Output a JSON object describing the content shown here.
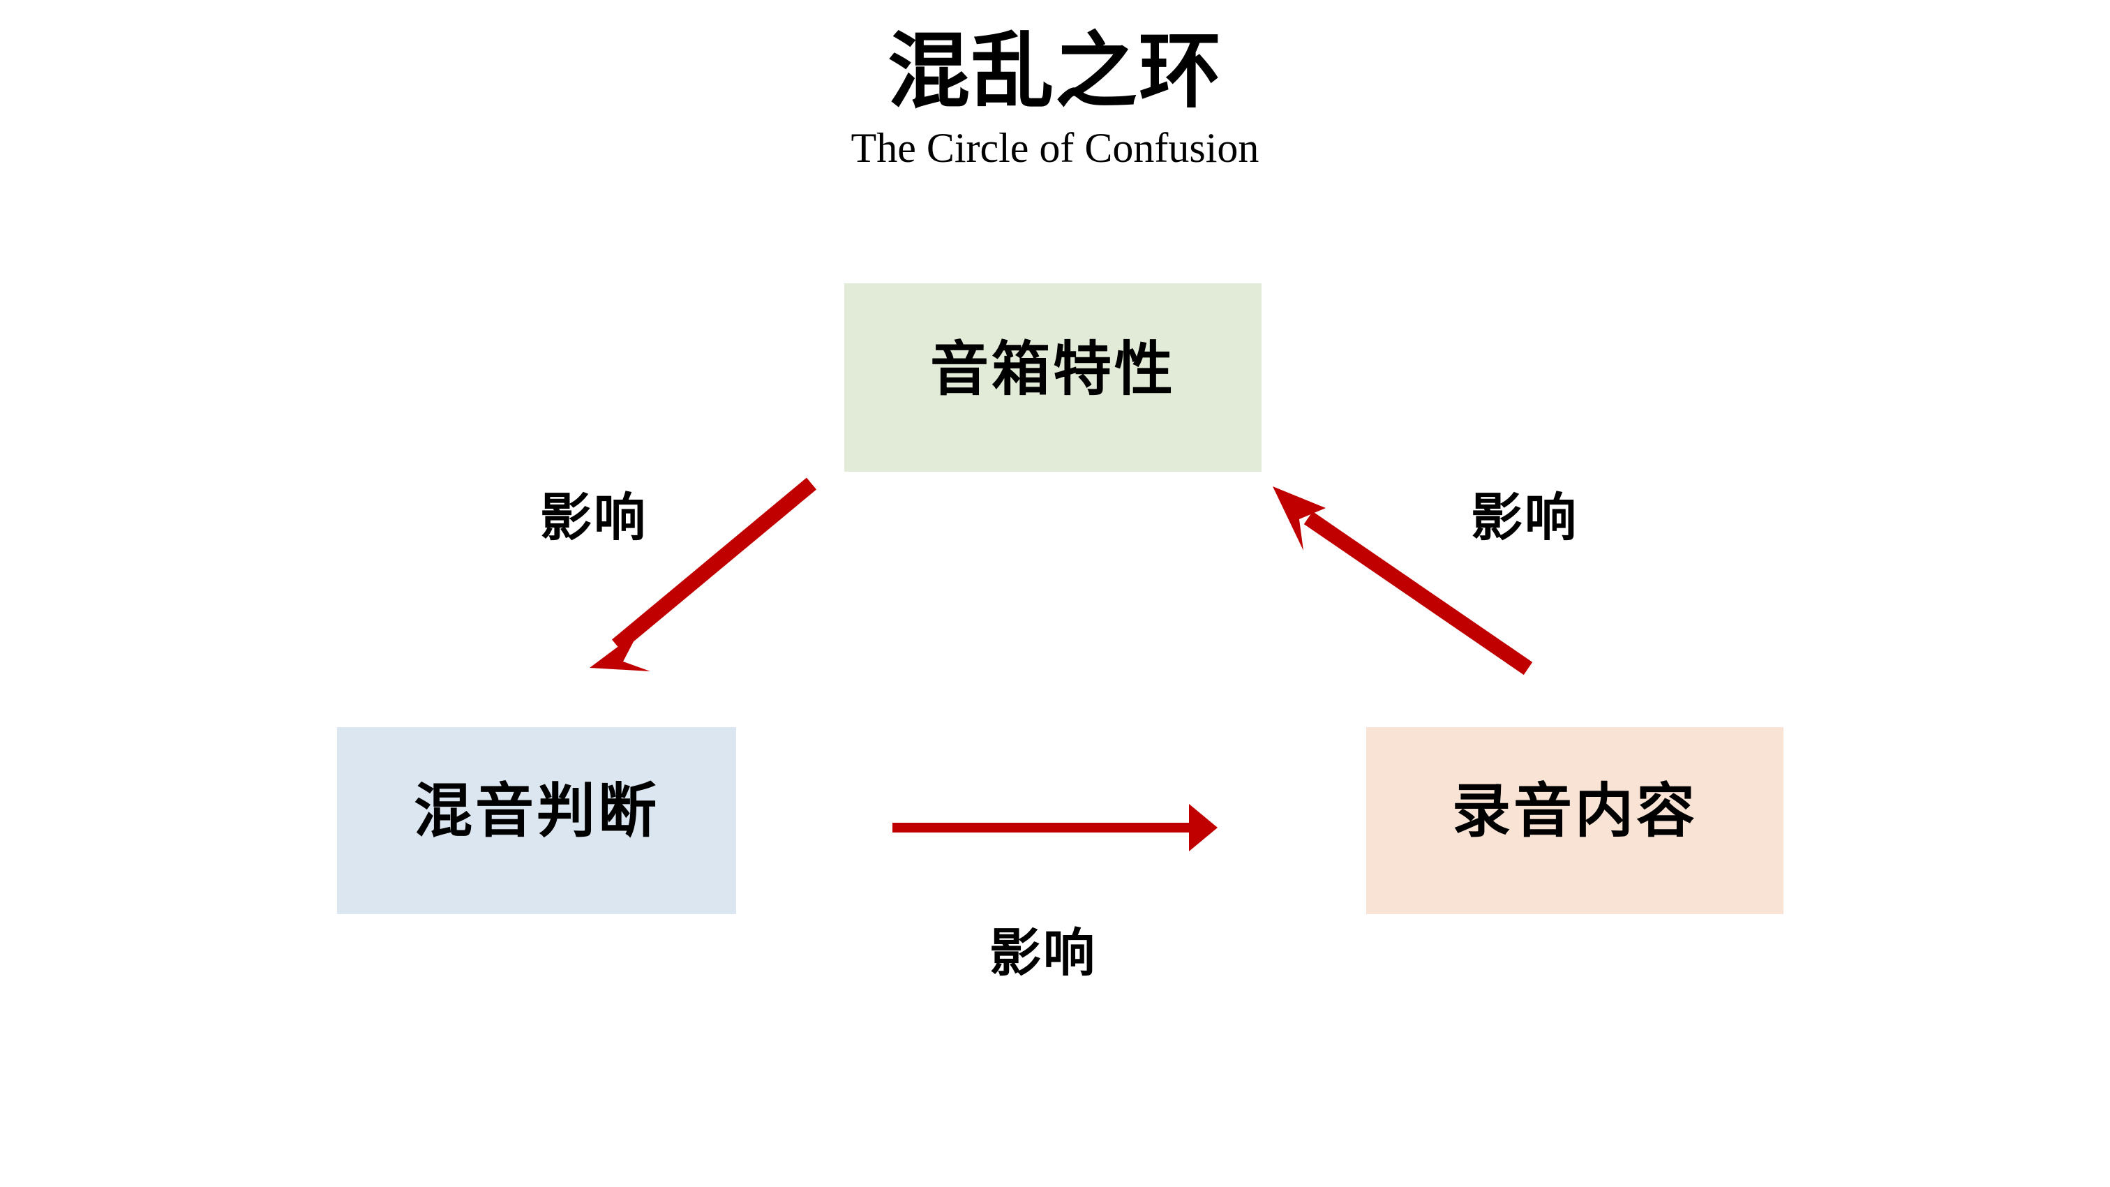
{
  "title": {
    "main": "混乱之环",
    "subtitle": "The Circle of Confusion"
  },
  "colors": {
    "background": "#ffffff",
    "text": "#000000",
    "arrow": "#c00000",
    "node_speaker_fill": "#e1ebd7",
    "node_mix_fill": "#dce6f1",
    "node_record_fill": "#f9e3d5"
  },
  "nodes": [
    {
      "id": "speaker",
      "label": "音箱特性",
      "fill": "#e1ebd7"
    },
    {
      "id": "mix",
      "label": "混音判断",
      "fill": "#dce6f1"
    },
    {
      "id": "record",
      "label": "录音内容",
      "fill": "#f9e3d5"
    }
  ],
  "edges": [
    {
      "id": "speaker-to-mix",
      "label": "影响",
      "from": "speaker",
      "to": "mix",
      "direction": "down-left"
    },
    {
      "id": "record-to-speaker",
      "label": "影响",
      "from": "record",
      "to": "speaker",
      "direction": "up-left"
    },
    {
      "id": "mix-to-record",
      "label": "影响",
      "from": "mix",
      "to": "record",
      "direction": "right"
    }
  ]
}
